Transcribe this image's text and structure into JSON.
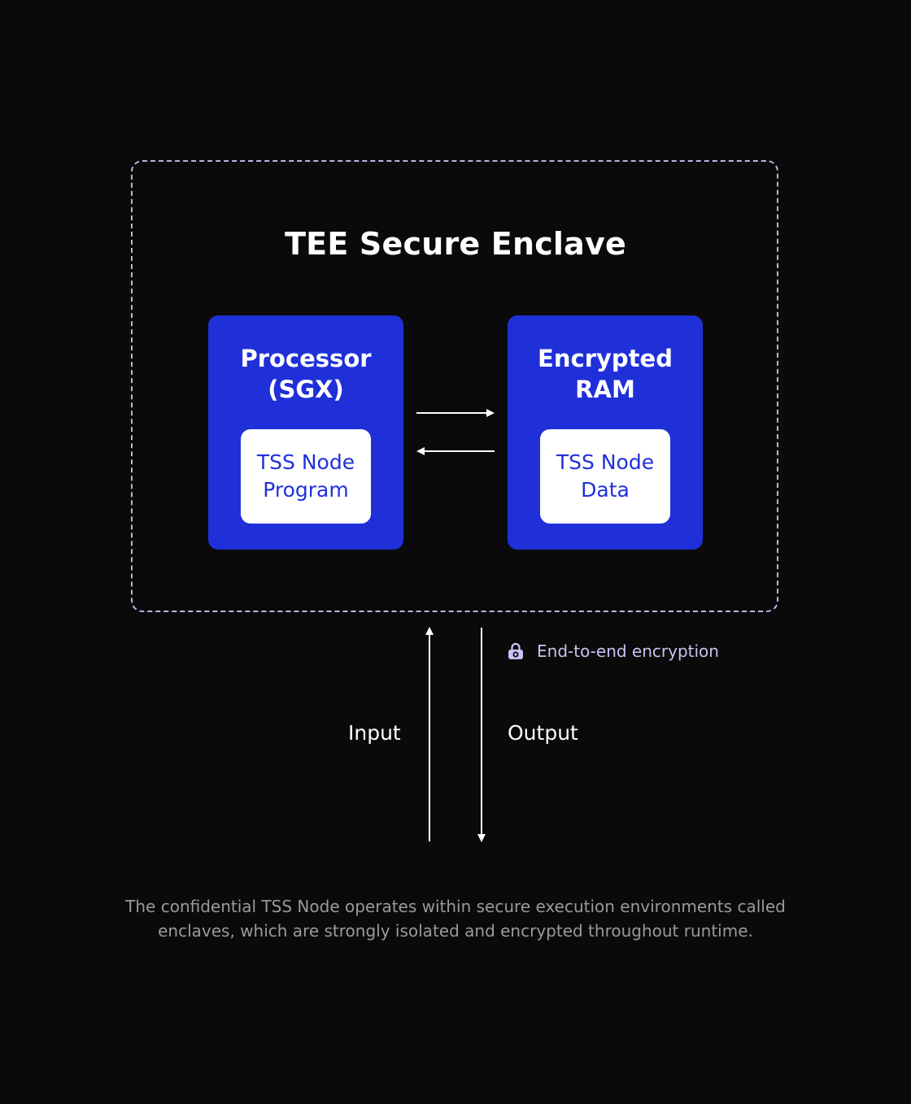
{
  "enclave": {
    "title": "TEE Secure Enclave"
  },
  "processor": {
    "title_line1": "Processor",
    "title_line2": "(SGX)",
    "inner_line1": "TSS Node",
    "inner_line2": "Program"
  },
  "ram": {
    "title_line1": "Encrypted",
    "title_line2": "RAM",
    "inner_line1": "TSS Node",
    "inner_line2": "Data"
  },
  "flow": {
    "input_label": "Input",
    "output_label": "Output",
    "encryption_label": "End-to-end encryption",
    "encryption_icon": "lock-icon"
  },
  "caption": {
    "line1": "The confidential TSS Node operates within secure execution environments called",
    "line2": "enclaves, which are strongly isolated and encrypted throughout runtime."
  },
  "colors": {
    "background": "#0a0a0a",
    "block_blue": "#1f30d8",
    "dashed_border": "#b9b4e6",
    "encryption_text": "#c8c3f3",
    "caption_text": "#9a9a9a"
  }
}
